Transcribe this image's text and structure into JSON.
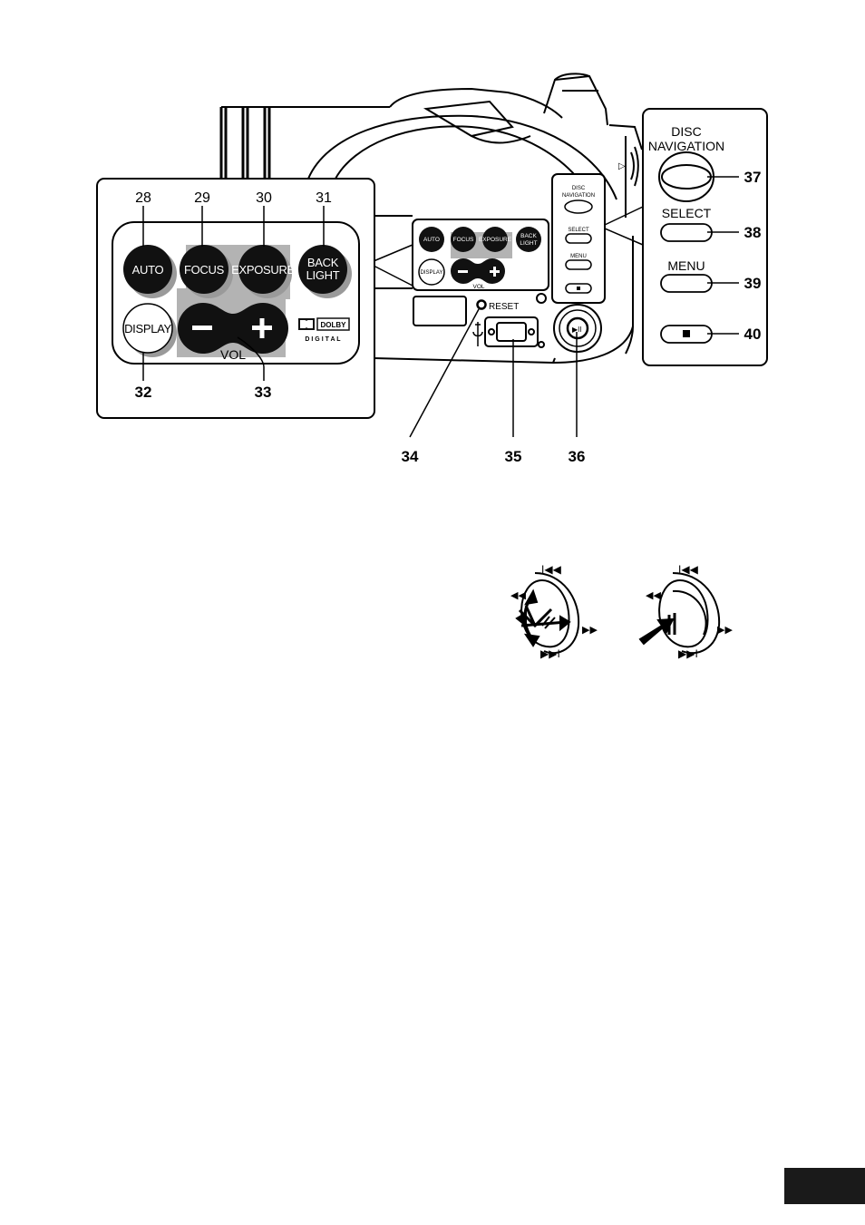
{
  "callouts": {
    "n28": "28",
    "n29": "29",
    "n30": "30",
    "n31": "31",
    "n32": "32",
    "n33": "33",
    "n34": "34",
    "n35": "35",
    "n36": "36",
    "n37": "37",
    "n38": "38",
    "n39": "39",
    "n40": "40"
  },
  "left_panel": {
    "auto": "AUTO",
    "focus": "FOCUS",
    "exposure": "EXPOSURE",
    "backlight_1": "BACK",
    "backlight_2": "LIGHT",
    "display": "DISPLAY",
    "vol": "VOL",
    "dolby": "DOLBY",
    "digital": "D I G I T A L"
  },
  "right_panel": {
    "disc_nav_1": "DISC",
    "disc_nav_2": "NAVIGATION",
    "select": "SELECT",
    "menu": "MENU"
  },
  "camera": {
    "reset": "RESET",
    "mini_auto": "AUTO",
    "mini_focus": "FOCUS",
    "mini_exposure": "EXPOSURE",
    "mini_back": "BACK",
    "mini_light": "LIGHT",
    "mini_display": "DISPLAY",
    "mini_vol": "VOL",
    "mini_disc_1": "DISC",
    "mini_disc_2": "NAVIGATION",
    "mini_select": "SELECT",
    "mini_menu": "MENU"
  },
  "colors": {
    "ink": "#000000",
    "grey_bed": "#b3b3b3",
    "page_tab": "#1a1a1a"
  }
}
